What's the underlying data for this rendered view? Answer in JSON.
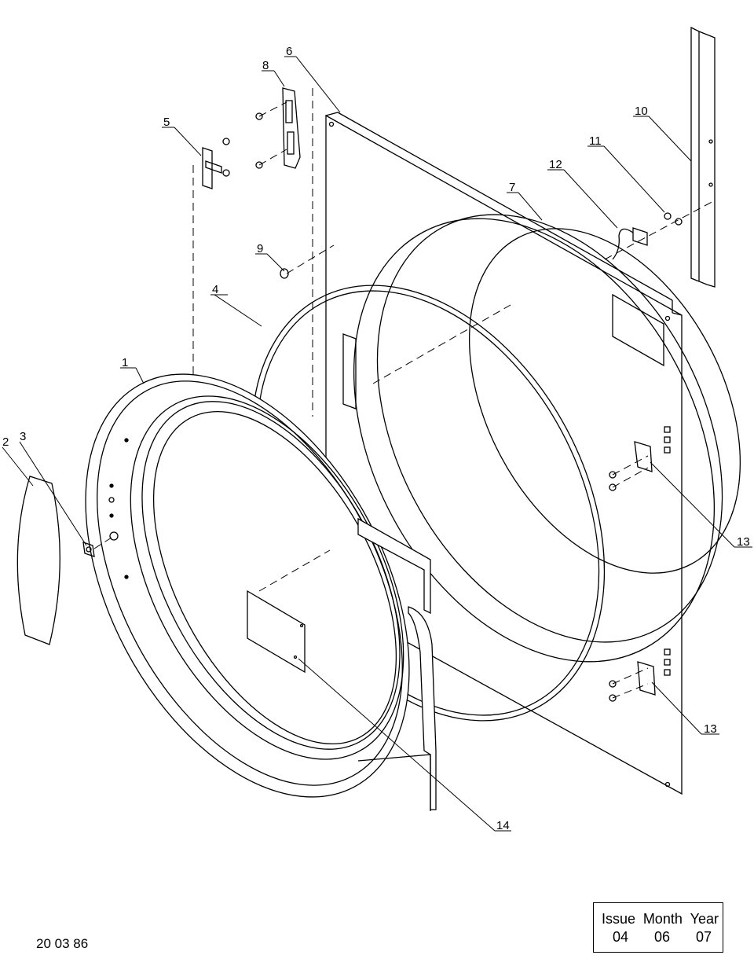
{
  "callouts": [
    {
      "id": "1",
      "label": "1"
    },
    {
      "id": "2",
      "label": "2"
    },
    {
      "id": "3",
      "label": "3"
    },
    {
      "id": "4",
      "label": "4"
    },
    {
      "id": "5",
      "label": "5"
    },
    {
      "id": "6",
      "label": "6"
    },
    {
      "id": "7",
      "label": "7"
    },
    {
      "id": "8",
      "label": "8"
    },
    {
      "id": "9",
      "label": "9"
    },
    {
      "id": "10",
      "label": "10"
    },
    {
      "id": "11",
      "label": "11"
    },
    {
      "id": "12",
      "label": "12"
    },
    {
      "id": "13a",
      "label": "13"
    },
    {
      "id": "13b",
      "label": "13"
    },
    {
      "id": "14",
      "label": "14"
    }
  ],
  "drawing_number": "20 03 86",
  "issue_table": {
    "headers": [
      "Issue",
      "Month",
      "Year"
    ],
    "values": [
      "04",
      "06",
      "07"
    ]
  }
}
